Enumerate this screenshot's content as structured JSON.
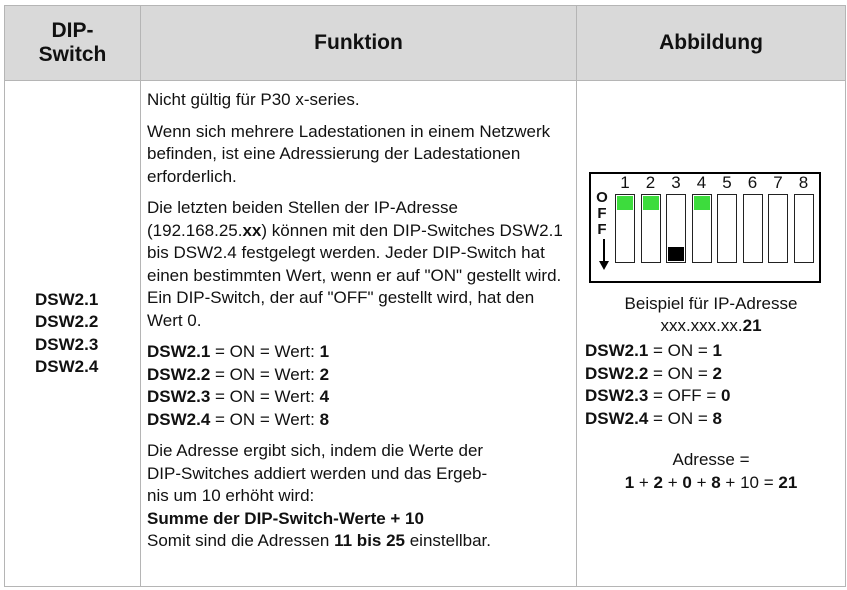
{
  "header": {
    "col1_line1": "DIP-",
    "col1_line2": "Switch",
    "col2": "Funktion",
    "col3": "Abbildung"
  },
  "switch_ids": [
    "DSW2.1",
    "DSW2.2",
    "DSW2.3",
    "DSW2.4"
  ],
  "funktion": {
    "p1": "Nicht gültig für P30 x-series.",
    "p2": "Wenn sich mehrere Ladestationen in einem Netzwerk befinden, ist eine Adressierung der Ladestationen erforderlich.",
    "p3_a": "Die letzten beiden Stellen der IP-Adresse (192.168.25.",
    "p3_b": "xx",
    "p3_c": ") können mit den DIP-Switches DSW2.1 bis DSW2.4 festgelegt werden. Jeder DIP-Switch hat einen bestimmten Wert, wenn er auf \"ON\" gestellt wird. Ein DIP-Switch, der auf \"OFF\" gestellt wird, hat den Wert 0.",
    "values": [
      {
        "name": "DSW2.1",
        "mid": " = ON = Wert: ",
        "val": "1"
      },
      {
        "name": "DSW2.2",
        "mid": " = ON = Wert: ",
        "val": "2"
      },
      {
        "name": "DSW2.3",
        "mid": " = ON = Wert: ",
        "val": "4"
      },
      {
        "name": "DSW2.4",
        "mid": " = ON = Wert: ",
        "val": "8"
      }
    ],
    "p5_1": "Die Adresse ergibt sich, indem die Werte der",
    "p5_2": "DIP-Switches addiert werden und das Ergeb-",
    "p5_3": "nis um 10 erhöht wird:",
    "p5_bold": "Summe der DIP-Switch-Werte + 10",
    "p5_last_a": "Somit sind die Adressen ",
    "p5_last_b": "11 bis 25",
    "p5_last_c": " einstellbar."
  },
  "abbildung": {
    "dip_numbers": [
      "1",
      "2",
      "3",
      "4",
      "5",
      "6",
      "7",
      "8"
    ],
    "dip_states": [
      "on",
      "on",
      "off",
      "on",
      "none",
      "none",
      "none",
      "none"
    ],
    "off_label": [
      "O",
      "F",
      "F"
    ],
    "caption_1": "Beispiel für IP-Adresse",
    "caption_2a": "xxx.xxx.xx.",
    "caption_2b": "21",
    "values": [
      {
        "name": "DSW2.1",
        "mid": " = ON = ",
        "val": "1"
      },
      {
        "name": "DSW2.2",
        "mid": " = ON = ",
        "val": "2"
      },
      {
        "name": "DSW2.3",
        "mid": " = OFF = ",
        "val": "0"
      },
      {
        "name": "DSW2.4",
        "mid": " = ON = ",
        "val": "8"
      }
    ],
    "sum_label": "Adresse =",
    "sum_terms": [
      "1",
      " + ",
      "2",
      " + ",
      "0",
      " + ",
      "8",
      " + 10 = ",
      "21"
    ],
    "colors": {
      "on": "#3ddc3d",
      "off_marker": "#000000"
    }
  }
}
